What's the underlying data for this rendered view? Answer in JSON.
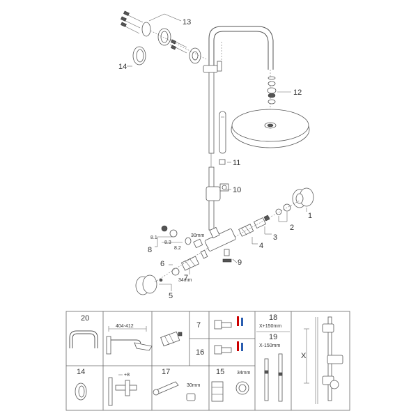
{
  "callouts": {
    "c1": "1",
    "c2": "2",
    "c3": "3",
    "c4": "4",
    "c5": "5",
    "c6": "6",
    "c7": "7",
    "c8": "8",
    "c81": "8.1",
    "c82": "8.2",
    "c83": "8.3",
    "c9": "9",
    "c10": "10",
    "c11": "11",
    "c12": "12",
    "c13": "13",
    "c14": "14"
  },
  "dims": {
    "d30mm": "30mm",
    "d34mm": "34mm"
  },
  "spares": {
    "c20": "20",
    "dim_404_412": "404-412",
    "c7": "7",
    "c16": "16",
    "c18": "18",
    "x150_plus": "X+150mm",
    "c19": "19",
    "x150_minus": "X-150mm",
    "x_label": "X",
    "c14": "14",
    "plus8": "+8",
    "c17": "17",
    "d30mm": "30mm",
    "c15": "15",
    "d34mm": "34mm"
  },
  "colors": {
    "line": "#555555",
    "accent": "#cc0000",
    "blue": "#2a5db0"
  }
}
